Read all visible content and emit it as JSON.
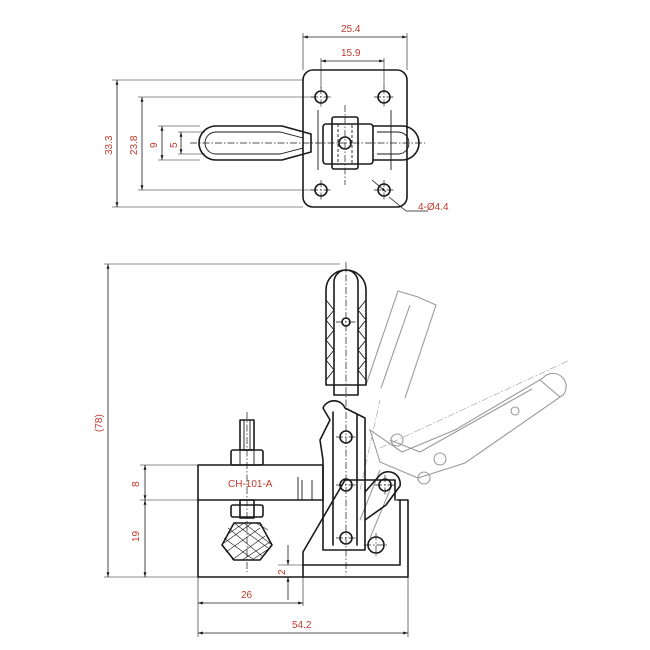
{
  "top_view": {
    "dims": {
      "width_outer": "25.4",
      "width_inner": "15.9",
      "height_outer": "33.3",
      "height_inner": "23.8",
      "slot_outer": "9",
      "slot_inner": "5",
      "holes": "4-Ø4.4"
    }
  },
  "side_view": {
    "model_label": "CH-101-A",
    "dims": {
      "total_height": "(78)",
      "upper_height": "8",
      "lower_height": "19",
      "base_offset": "2",
      "spindle_distance": "26",
      "total_length": "54.2"
    }
  }
}
